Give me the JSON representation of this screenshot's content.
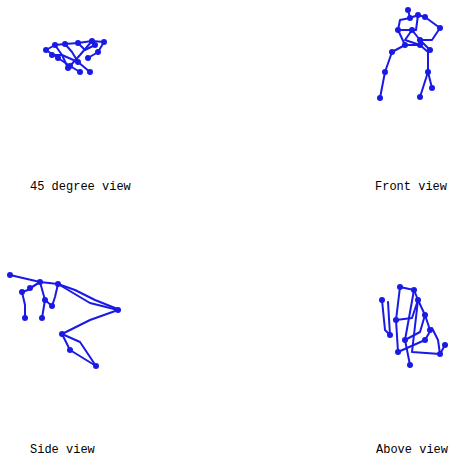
{
  "diagram": {
    "labels": [
      "45 degree view",
      "Front view",
      "Side view",
      "Above view"
    ]
  }
}
